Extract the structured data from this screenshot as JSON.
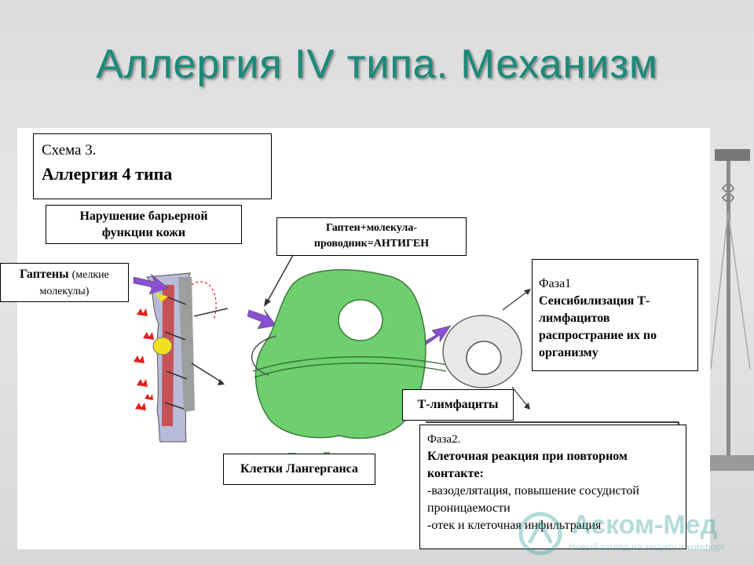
{
  "slide": {
    "title": "Аллергия IV типа. Механизм"
  },
  "scheme": {
    "label": "Схема 3.",
    "title": "Аллергия 4 типа"
  },
  "barrier": {
    "line1": "Нарушение барьерной",
    "line2": "функции кожи"
  },
  "haptens": {
    "bold": "Гаптены",
    "note1": "(мелкие",
    "note2": "молекулы)"
  },
  "antigen": {
    "line1": "Гаптен+молекула-",
    "line2": "проводник=АНТИГЕН"
  },
  "phase1": {
    "label": "Фаза1",
    "line1": "Сенсибилизация Т-",
    "line2": "лимфацитов",
    "line3": "распространие их по",
    "line4": "организму"
  },
  "t_lymphocytes": {
    "label": "Т-лимфациты"
  },
  "langerhans": {
    "label": "Клетки Лангерганса"
  },
  "phase2": {
    "label": "Фаза2.",
    "line1": "Клеточная реакция при повторном",
    "line2": "контакте:",
    "line3": "-вазоделятация, повышение сосудистой",
    "line4": "проницаемости",
    "line5": "-отек и клеточная инфильтрация"
  },
  "watermark": {
    "name": "Аском-Мед",
    "tagline": "Новый взгляд на защиту и комфорт"
  },
  "colors": {
    "title": "#1a8a7a",
    "cell": "#6fcf6f",
    "arrow": "#8a4fd0",
    "skin_red": "#e02020",
    "watermark": "#2a9b93"
  }
}
